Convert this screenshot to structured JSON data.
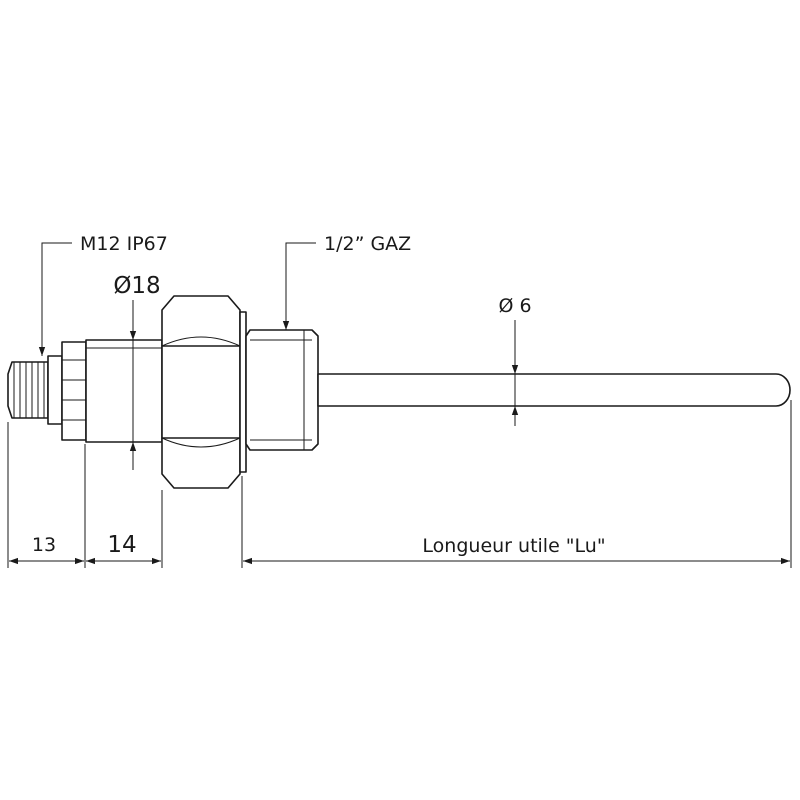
{
  "labels": {
    "connector": "M12 IP67",
    "thread": "1/2” GAZ",
    "body_diameter": "Ø18",
    "probe_diameter": "Ø 6",
    "dim_connector": "13",
    "dim_body": "14",
    "dim_length": "Longueur utile \"Lu\""
  }
}
